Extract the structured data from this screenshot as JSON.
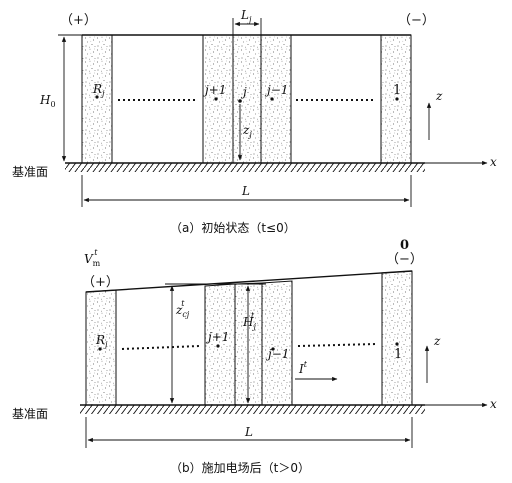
{
  "panel_a": {
    "plus": "（+）",
    "minus": "（−）",
    "h0": "H",
    "h0_sub": "0",
    "l_dim": "L",
    "l_dim_sub": "j",
    "z_axis": "z",
    "x_axis": "x",
    "datum": "基准面",
    "width_label": "L",
    "zj": "z",
    "zj_sub": "j",
    "col_labels": {
      "rj": "R",
      "rj_sub": "j",
      "j_plus_1": "j+1",
      "j": "j",
      "j_minus_1": "j−1",
      "one": "1"
    },
    "caption": "（a）初始状态（t≤0）"
  },
  "panel_b": {
    "vm": "V",
    "vm_sub": "m",
    "vm_sup": "t",
    "zero": "0",
    "plus": "（+）",
    "minus": "（−）",
    "zcj": "z",
    "zcj_sub": "cj",
    "zcj_sup": "t",
    "hj": "H",
    "hj_sub": "j",
    "hj_sup": "t",
    "it": "I",
    "it_sup": "t",
    "z_axis": "z",
    "x_axis": "x",
    "datum": "基准面",
    "width_label": "L",
    "col_labels": {
      "rj": "R",
      "rj_sub": "j",
      "j_plus_1": "j+1",
      "j_minus_1": "j−1",
      "one": "1"
    },
    "caption": "（b）施加电场后（t＞0）"
  }
}
